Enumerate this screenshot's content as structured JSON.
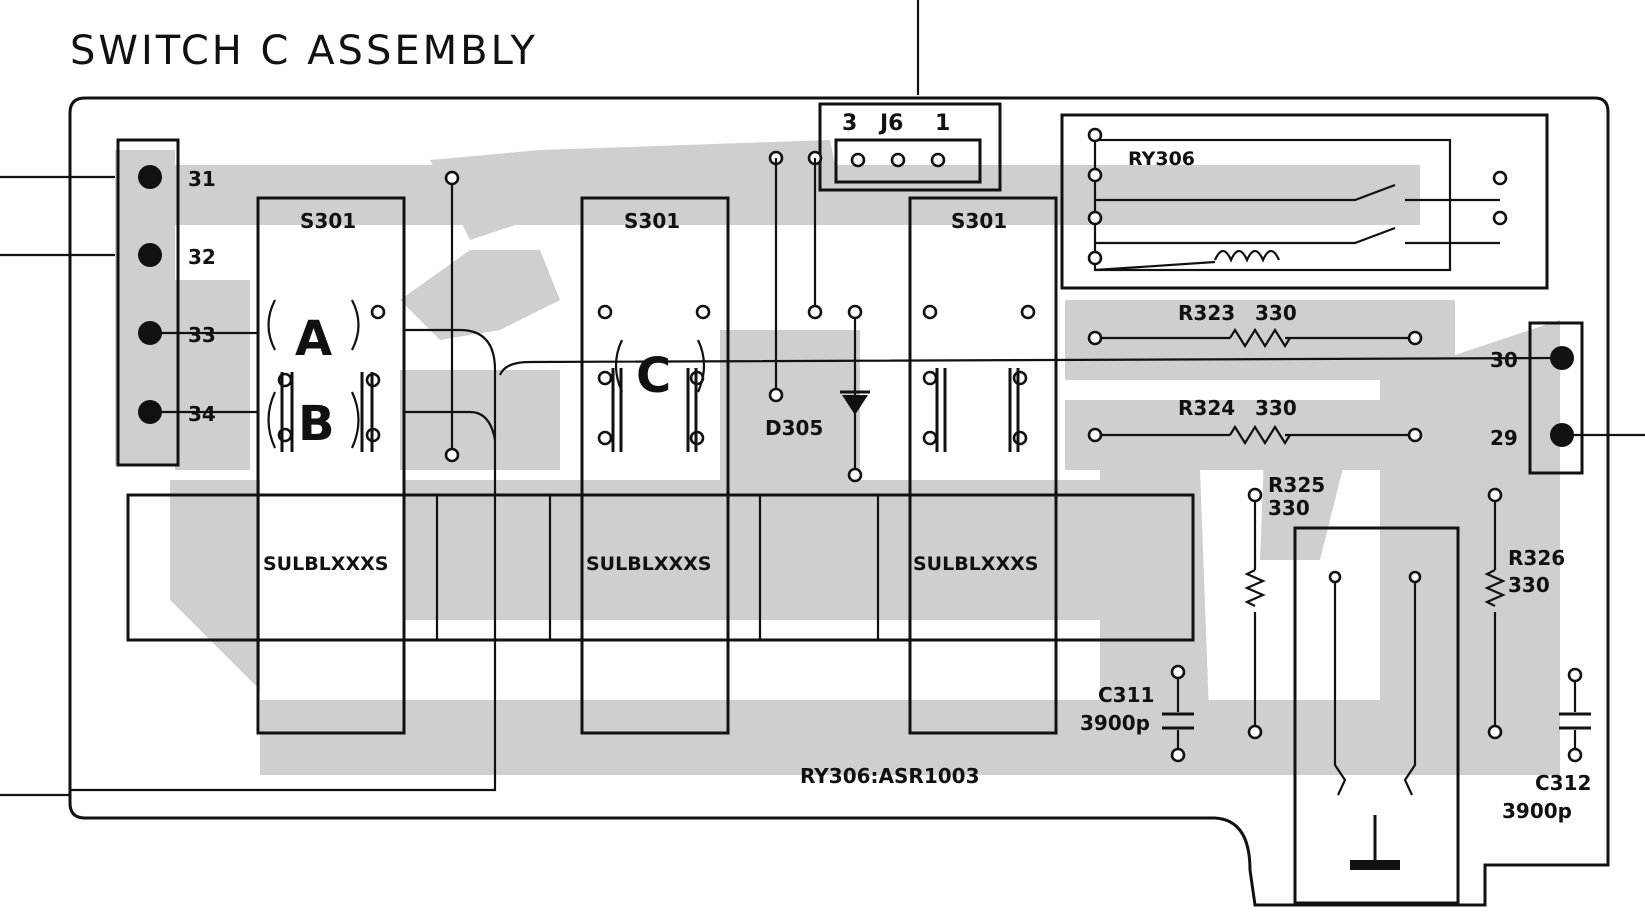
{
  "title": "SWITCH C ASSEMBLY",
  "connector": {
    "label": "J6",
    "pin_left": "3",
    "pin_right": "1"
  },
  "terminals": [
    "31",
    "32",
    "33",
    "34",
    "30",
    "29"
  ],
  "switch_label": "S301",
  "section_labels": [
    "A",
    "B",
    "C"
  ],
  "part_numbers": [
    "SULBLXXXS",
    "SULBLXXXS",
    "SULBLXXXS"
  ],
  "relay": {
    "label": "RY306",
    "note": "RY306:ASR1003"
  },
  "diode": "D305",
  "resistors": [
    {
      "ref": "R323",
      "value": "330"
    },
    {
      "ref": "R324",
      "value": "330"
    },
    {
      "ref": "R325",
      "value": "330"
    },
    {
      "ref": "R326",
      "value": "330"
    }
  ],
  "capacitors": [
    {
      "ref": "C311",
      "value": "3900p"
    },
    {
      "ref": "C312",
      "value": "3900p"
    }
  ]
}
